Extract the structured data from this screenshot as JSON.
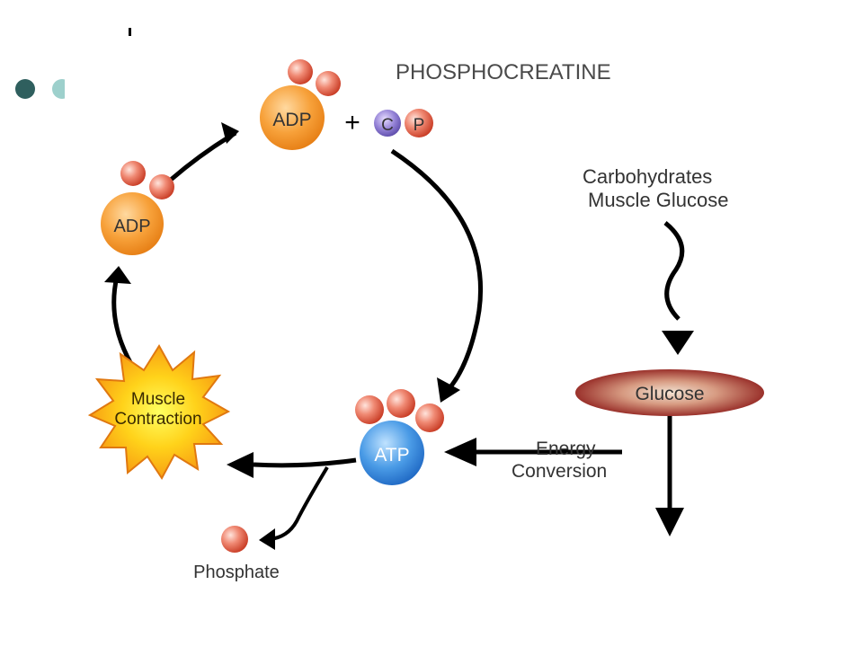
{
  "slide": {
    "accent_dark": "#2f5f5e",
    "accent_light": "#9dd0cc"
  },
  "diagram": {
    "title": "PHOSPHOCREATINE",
    "adp_top_label": "ADP",
    "plus_sign": "+",
    "creatine_label": "C",
    "phosphate_label": "P",
    "adp_left_label": "ADP",
    "atp_label": "ATP",
    "muscle_contraction_line1": "Muscle",
    "muscle_contraction_line2": "Contraction",
    "phosphate_text": "Phosphate",
    "carbohydrates_line1": "Carbohydrates",
    "carbohydrates_line2": "Muscle Glucose",
    "glucose_label": "Glucose",
    "energy_conversion_line1": "Energy",
    "energy_conversion_line2": "Conversion"
  }
}
